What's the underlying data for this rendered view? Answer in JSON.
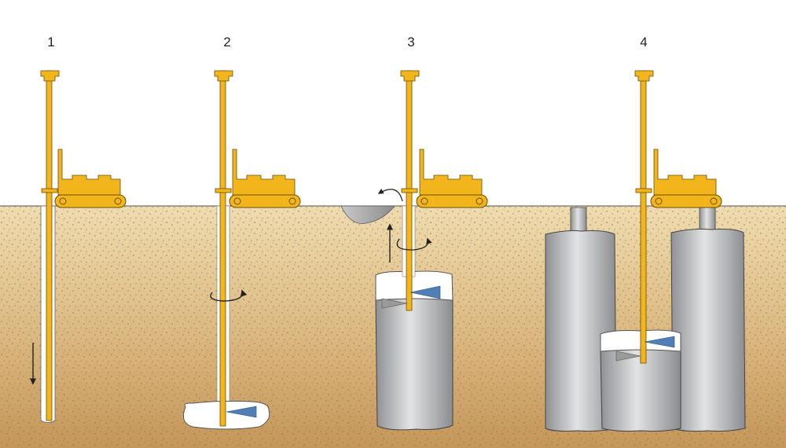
{
  "steps": [
    {
      "label": "1"
    },
    {
      "label": "2"
    },
    {
      "label": "3"
    },
    {
      "label": "4"
    }
  ],
  "colors": {
    "sky": "#ffffff",
    "soil_top": "#e8d5a6",
    "soil_bottom": "#c79a58",
    "rig": "#f2b51b",
    "rig_outline": "#6b4e06",
    "grout_white": "#ffffff",
    "column_gray": "#a7a9ac",
    "nozzle_blue": "#4f7fb5",
    "nozzle_gray": "#9a9a9a",
    "outline": "#333333"
  }
}
